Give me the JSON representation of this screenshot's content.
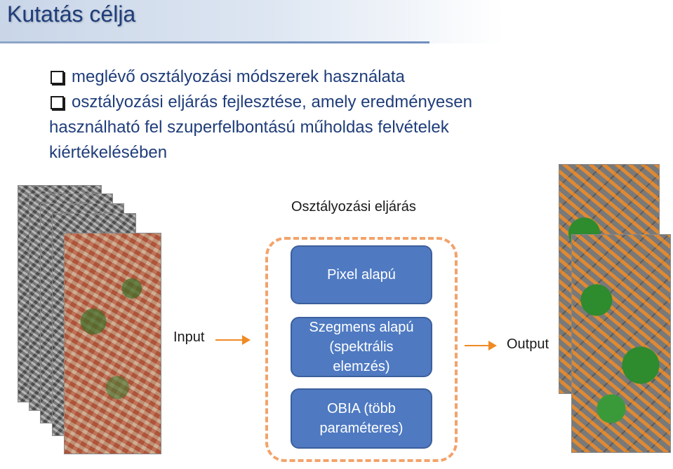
{
  "slide": {
    "title": "Kutatás célja",
    "bullets": [
      {
        "lines": [
          "meglévő osztályozási módszerek használata"
        ]
      },
      {
        "lines": [
          "osztályozási eljárás fejlesztése, amely eredményesen",
          "használható fel szuperfelbontású műholdas felvételek",
          "kiértékelésében"
        ]
      }
    ]
  },
  "diagram": {
    "section_label": "Osztályozási eljárás",
    "input_label": "Input",
    "output_label": "Output",
    "methods": [
      "Pixel alapú",
      "Szegmens alapú\n(spektrális\nelemzés)",
      "OBIA (több\nparaméteres)"
    ]
  },
  "colors": {
    "title": "#1f3d7a",
    "bullet_text": "#1f3d7a",
    "method_box": "#4f7ac2",
    "dashed_frame": "#f2a36b",
    "arrow": "#f08a24"
  }
}
